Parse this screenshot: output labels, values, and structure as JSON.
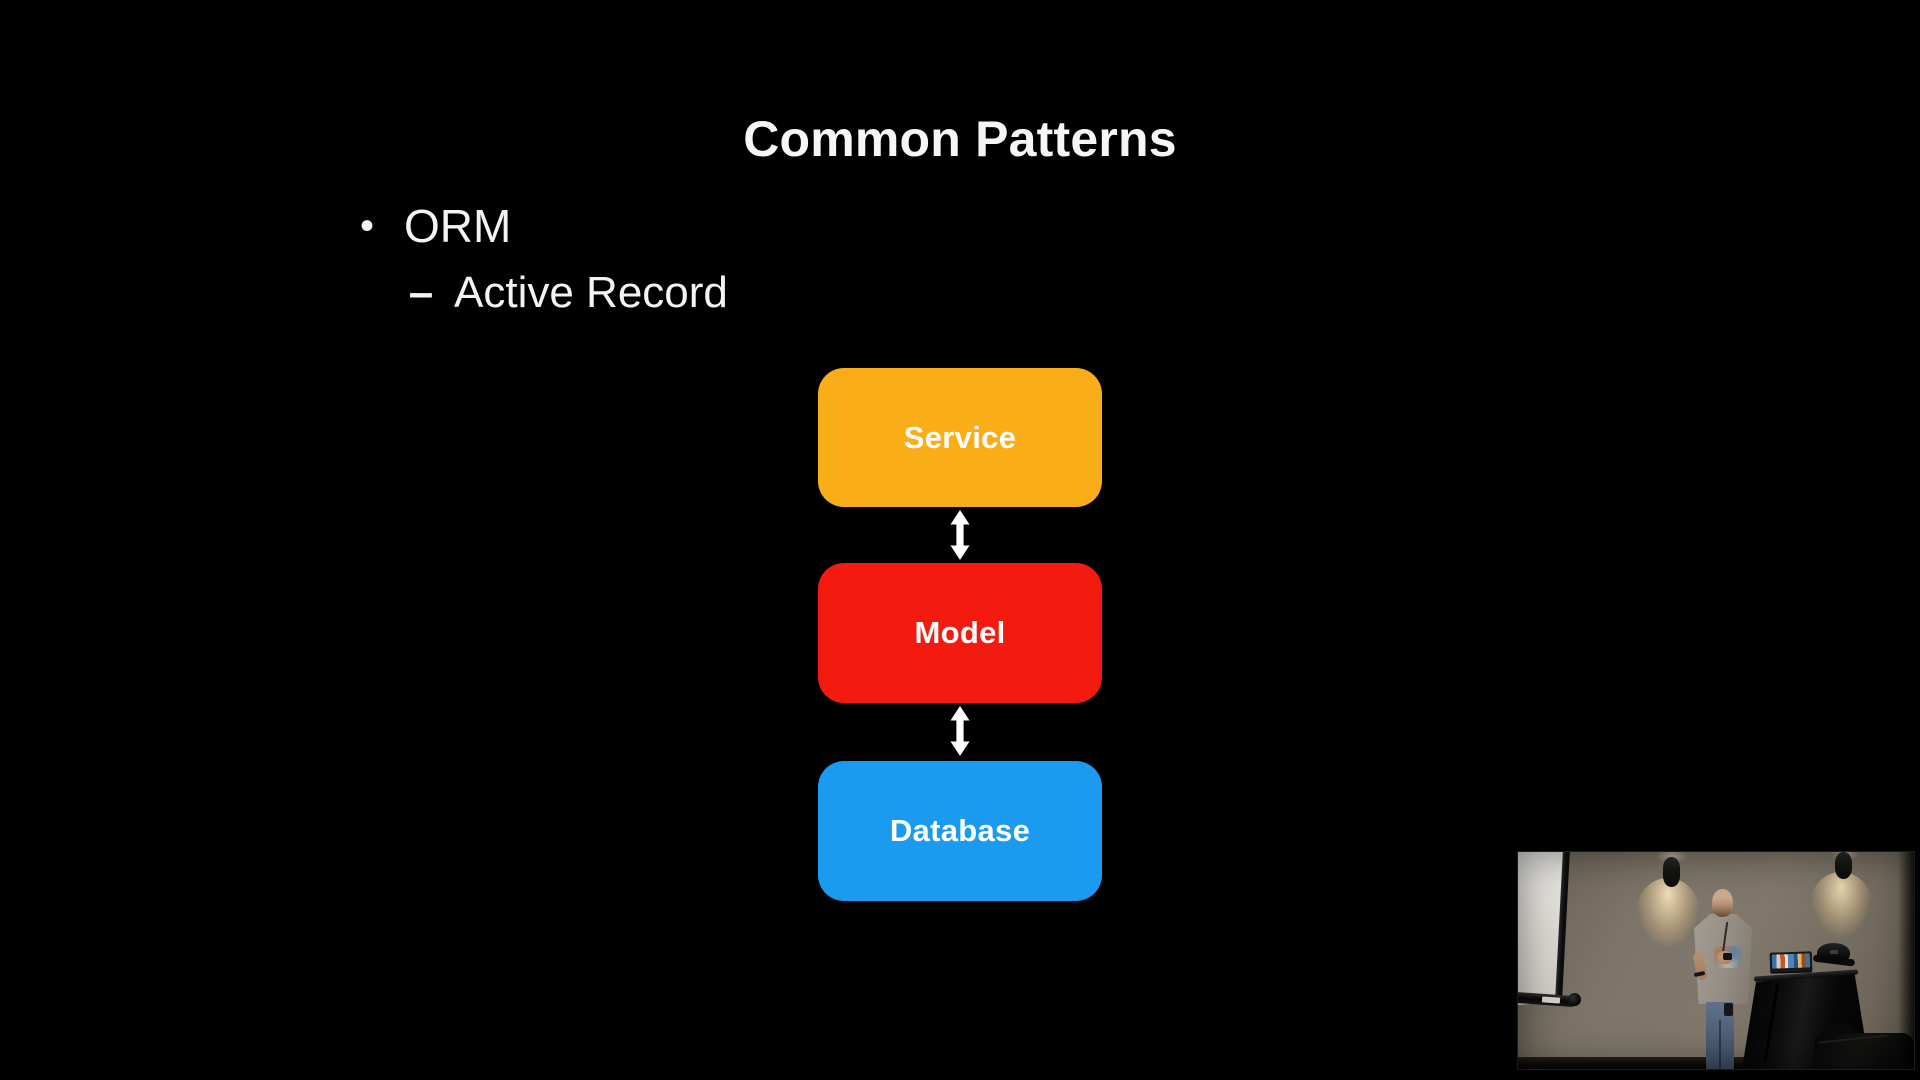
{
  "slide": {
    "background_color": "#000000",
    "text_color": "#F3F3F1",
    "title": "Common Patterns",
    "bullets": [
      {
        "marker": "•",
        "text": "ORM",
        "level": 1
      },
      {
        "marker": "–",
        "text": "Active Record",
        "level": 2
      }
    ],
    "diagram": {
      "nodes": [
        {
          "id": "service",
          "label": "Service",
          "color": "#F9AE17"
        },
        {
          "id": "model",
          "label": "Model",
          "color": "#F31B10"
        },
        {
          "id": "database",
          "label": "Database",
          "color": "#1B9BF0"
        }
      ],
      "connectors": [
        {
          "from": "service",
          "to": "model",
          "style": "double-headed-vertical-arrow",
          "color": "#FFFFFF"
        },
        {
          "from": "model",
          "to": "database",
          "style": "double-headed-vertical-arrow",
          "color": "#FFFFFF"
        }
      ]
    }
  },
  "video_inset": {
    "content": "presenter standing at a black podium with sticker-covered laptop and black cap, beige wall, two lit wall sconces, projection screen at left"
  }
}
